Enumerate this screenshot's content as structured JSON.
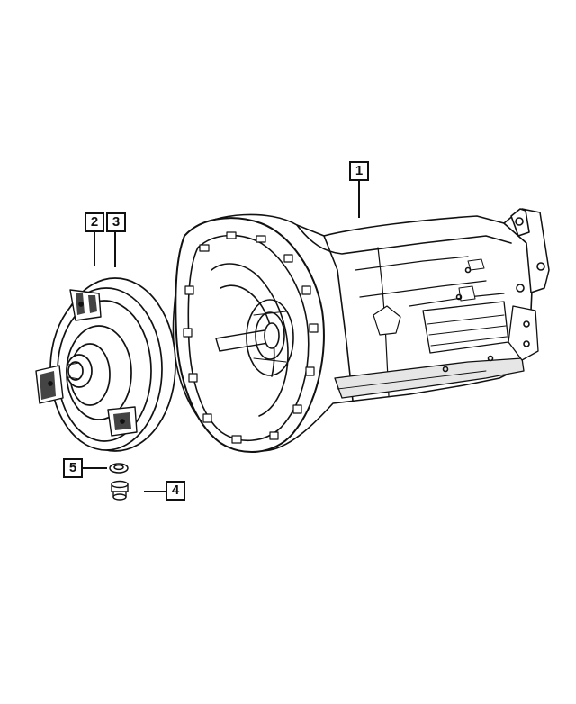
{
  "callouts": {
    "part1": "1",
    "part2": "2",
    "part3": "3",
    "part4": "4",
    "part5": "5"
  },
  "icons": {
    "transmission": "transmission-assembly-icon",
    "converter": "torque-converter-icon",
    "plug": "drain-plug-icon",
    "seal": "seal-washer-icon"
  },
  "colors": {
    "line": "#111111",
    "background": "#ffffff",
    "shade": "#e6e6e6"
  }
}
